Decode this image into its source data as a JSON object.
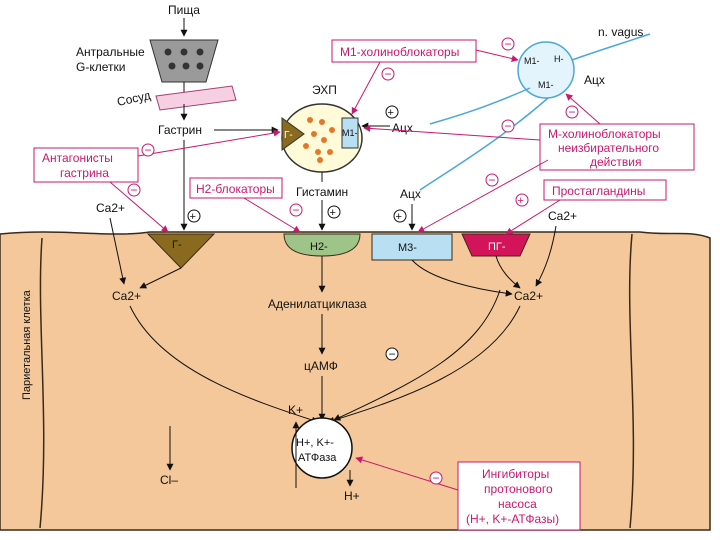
{
  "labels": {
    "food": "Пища",
    "antral_line1": "Антральные",
    "antral_line2": "G-клетки",
    "vessel": "Сосуд",
    "gastrin": "Гастрин",
    "ecl": "ЭХП",
    "ecl_g_receptor": "Г-",
    "ecl_m1_receptor": "M1-",
    "ach_ecl": "Ацх",
    "histamine": "Гистамин",
    "vagus": "n. vagus",
    "ach_vagus": "Ацх",
    "ach_m3": "Ацх",
    "ganglion_m1_a": "M1-",
    "ganglion_m1_b": "M1-",
    "ganglion_h": "H-",
    "cell_label": "Париетальная клетка",
    "ca_left_top": "Ca2+",
    "ca_left_in": "Ca2+",
    "ca_right_top": "Ca2+",
    "ca_right_in": "Ca2+",
    "receptor_g": "Г-",
    "receptor_h2": "H2-",
    "receptor_m3": "M3-",
    "receptor_pg": "ПГ-",
    "adenylate": "Аденилатциклаза",
    "camp": "цАМФ",
    "k_plus": "K+",
    "atpase_line1": "H+, K+-",
    "atpase_line2": "АТФаза",
    "cl_minus": "Cl–",
    "h_plus": "H+"
  },
  "boxes": {
    "m1_blockers": "M1-холиноблокаторы",
    "gastrin_antagonists_1": "Антагонисты",
    "gastrin_antagonists_2": "гастрина",
    "h2_blockers": "H2-блокаторы",
    "m_nonselective_1": "М-холиноблокаторы",
    "m_nonselective_2": "неизбирательного",
    "m_nonselective_3": "действия",
    "prostaglandins": "Простагландины",
    "ppi_1": "Ингибиторы",
    "ppi_2": "протонового",
    "ppi_3": "насоса",
    "ppi_4": "(H+, K+-АТФазы)"
  },
  "signs": {
    "minus": "−",
    "plus": "+"
  },
  "colors": {
    "cell_fill": "#f4c89a",
    "cell_stroke": "#3a2a1a",
    "accent": "#c8186f",
    "g_receptor": "#8a6a1e",
    "h2_receptor": "#9ec48a",
    "m3_receptor": "#b9dff2",
    "pg_receptor": "#d4145a",
    "ecl_fill": "#fffbd8",
    "granules": "#e3782a"
  }
}
